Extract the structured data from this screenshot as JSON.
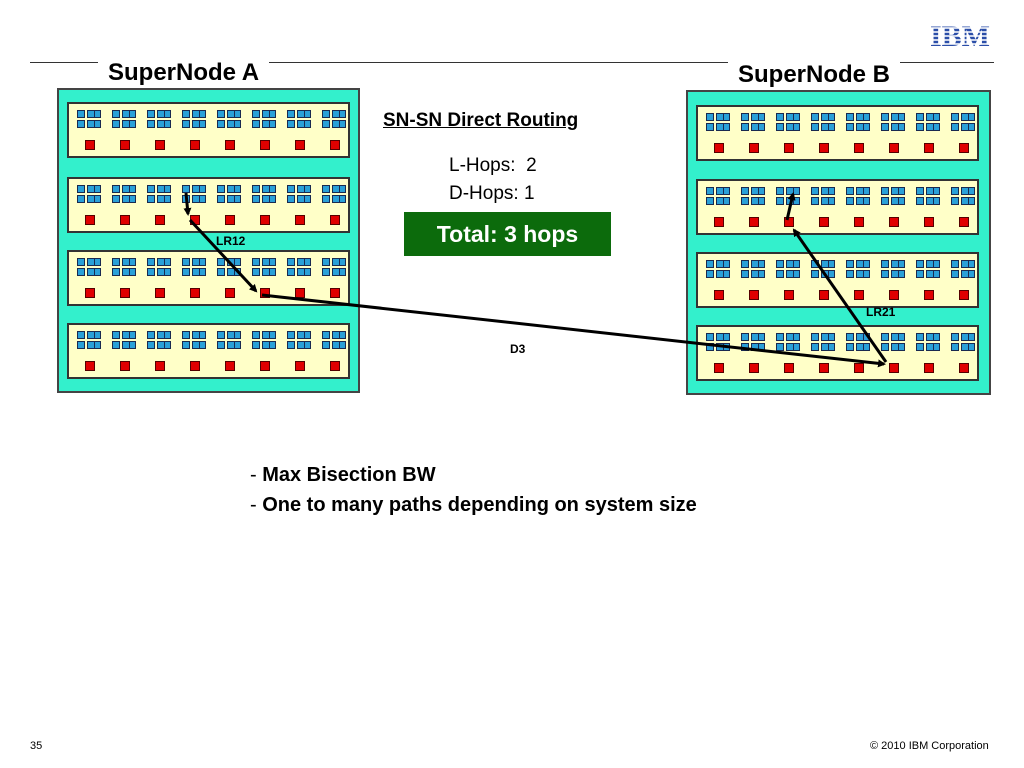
{
  "brand": {
    "logo_text": "IBM",
    "logo_color": "#2b4ea8"
  },
  "supernodes": [
    {
      "id": "snA",
      "title": "SuperNode A"
    },
    {
      "id": "snB",
      "title": "SuperNode B"
    }
  ],
  "routing": {
    "title": "SN-SN Direct Routing",
    "l_hops": "L-Hops:  2",
    "d_hops": "D-Hops: 1",
    "total": "Total: 3 hops"
  },
  "link_labels": {
    "lr12": "LR12",
    "lr21": "LR21",
    "d3": "D3"
  },
  "bullets": [
    {
      "dash": "- ",
      "text": "Max Bisection BW"
    },
    {
      "dash": "- ",
      "text": "One to many paths depending on system size"
    }
  ],
  "footer": {
    "page": "35",
    "copyright": "© 2010 IBM Corporation"
  },
  "colors": {
    "supernode_fill": "#33f0cc",
    "drawer_fill": "#ffffc8",
    "hub": "#e00000",
    "chip": "#2aa0d8",
    "total_bg": "#0c6b0c"
  }
}
